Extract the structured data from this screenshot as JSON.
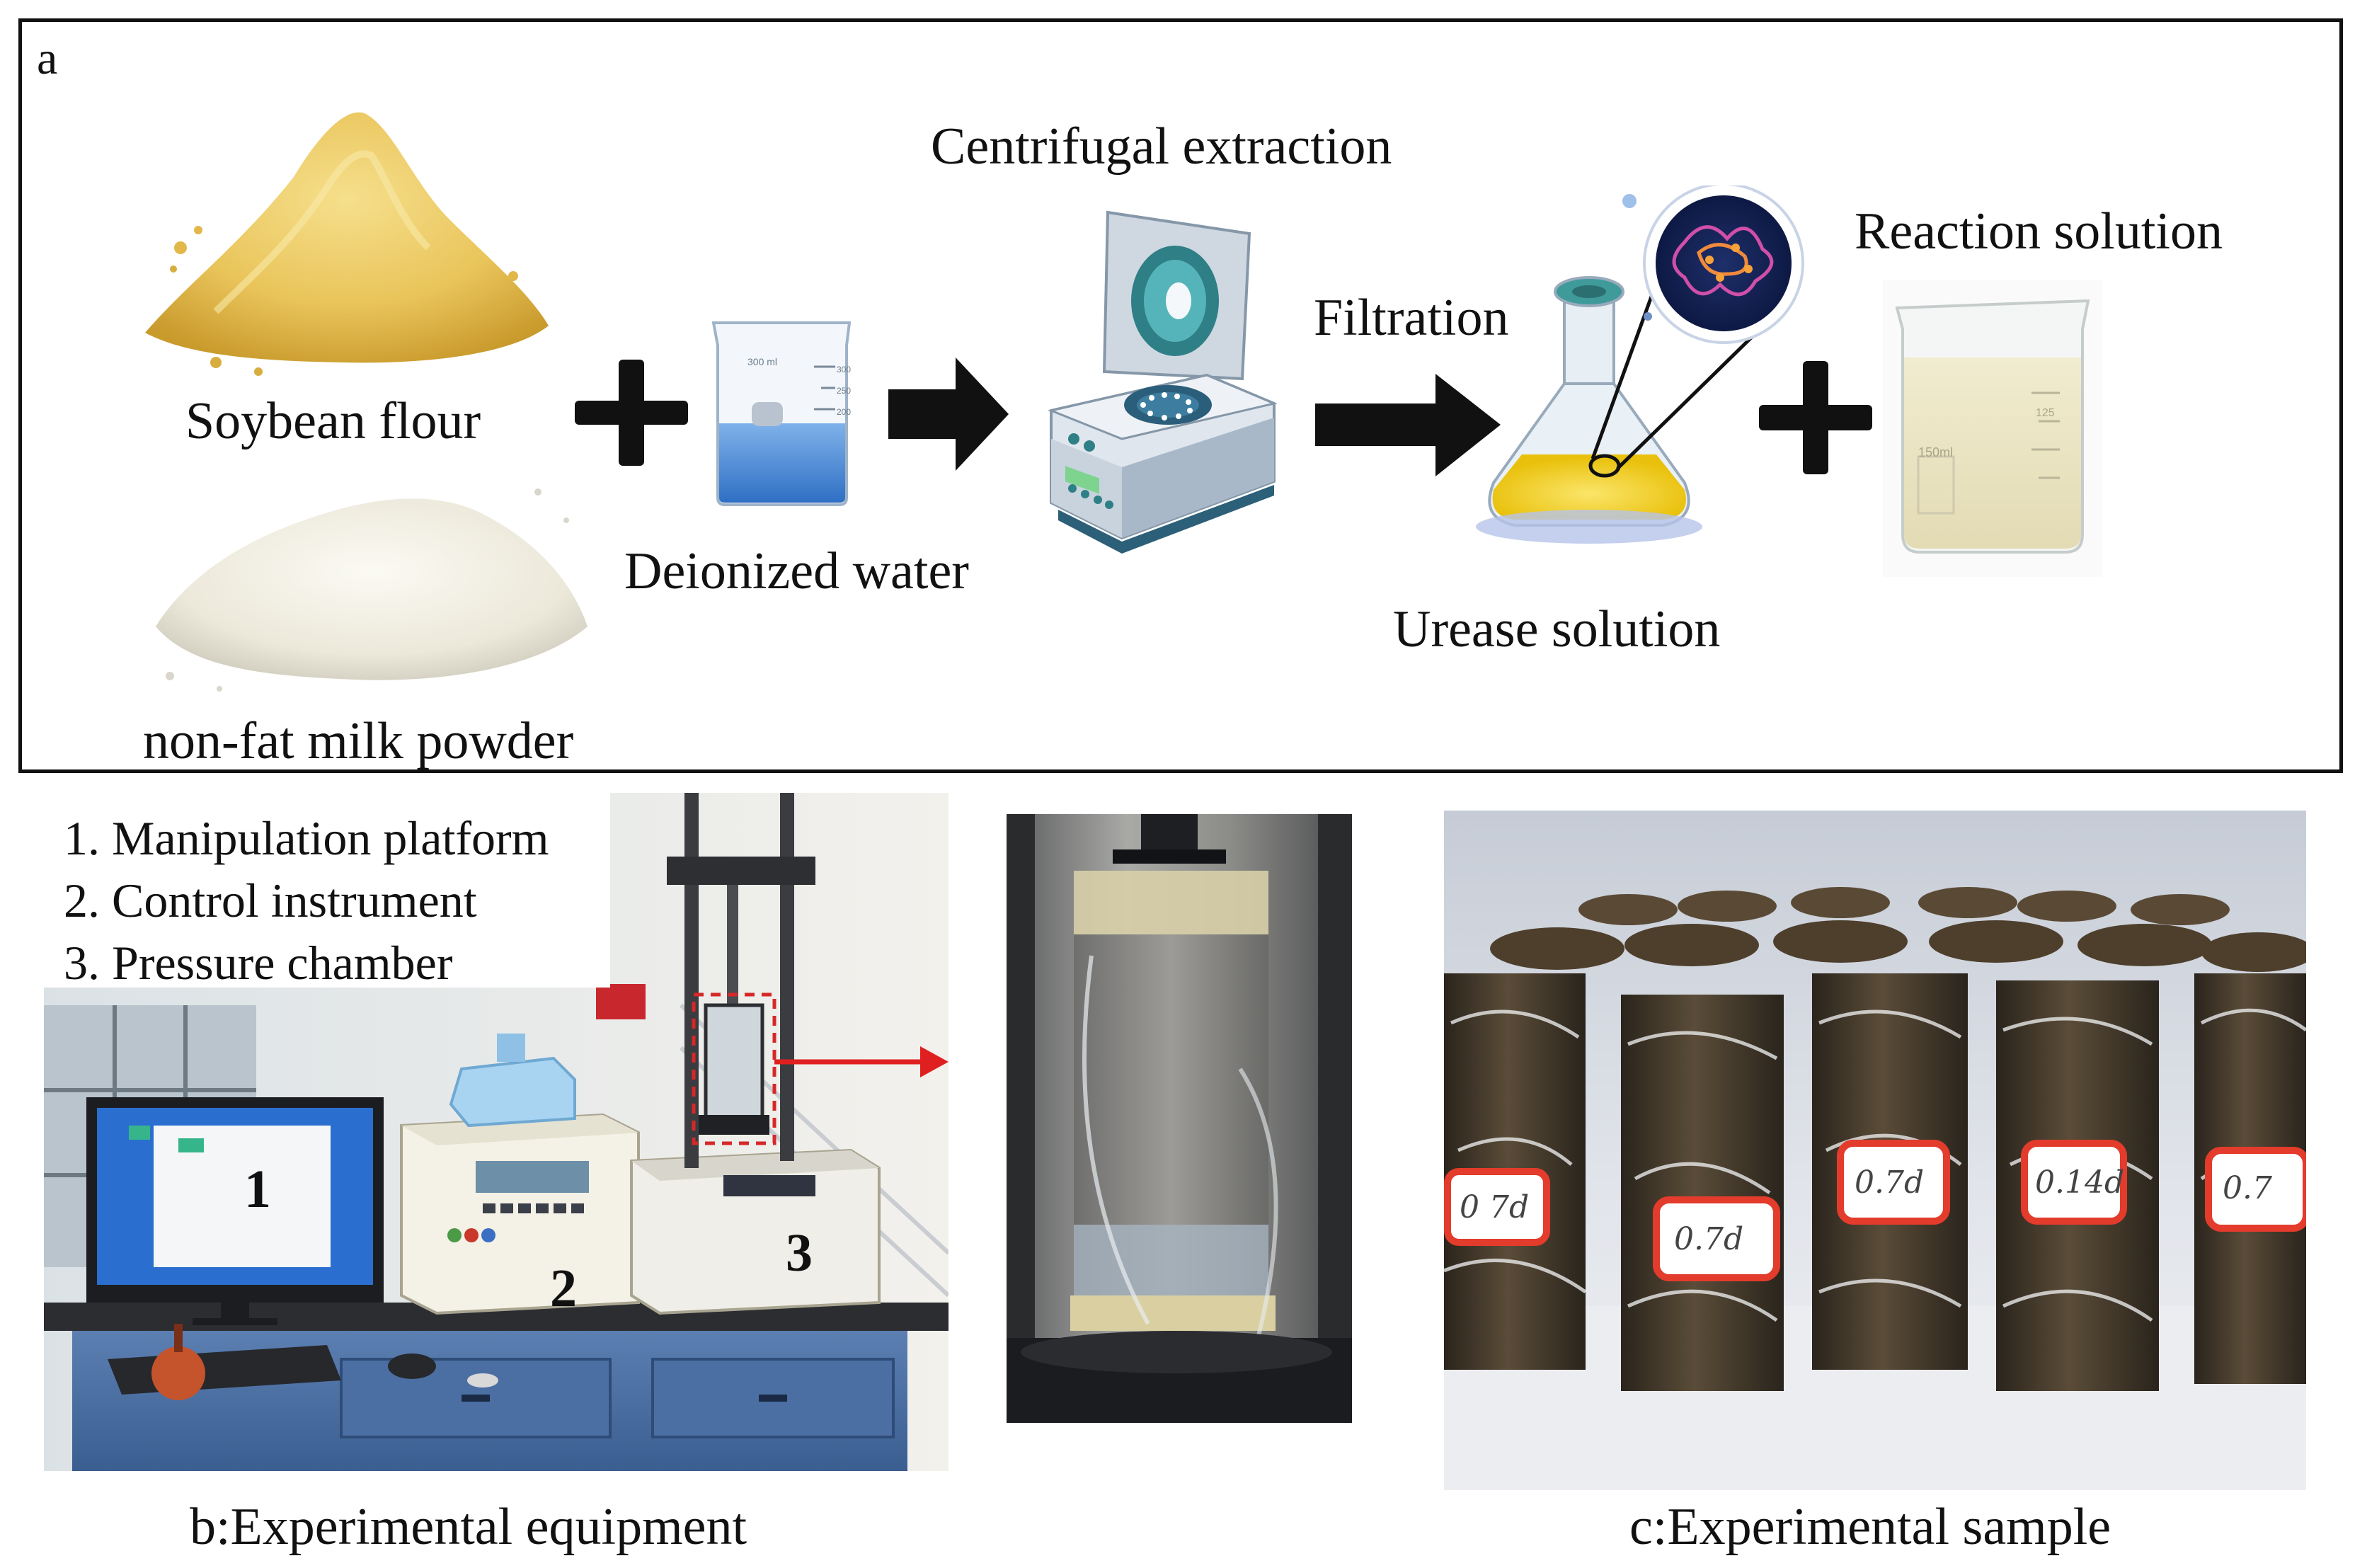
{
  "panel_a": {
    "letter": "a",
    "labels": {
      "soybean_flour": "Soybean flour",
      "milk_powder": "non-fat milk powder",
      "deionized_water": "Deionized water",
      "centrifugal_extraction": "Centrifugal extraction",
      "filtration": "Filtration",
      "urease_solution": "Urease solution",
      "reaction_solution": "Reaction solution"
    },
    "beaker_marks": {
      "top": "300 ml",
      "m300": "300",
      "m250": "250",
      "m200": "200"
    },
    "reaction_beaker_marks": {
      "m125": "125",
      "m150": "150ml"
    }
  },
  "panel_b": {
    "legend": [
      "1. Manipulation platform",
      "2. Control instrument",
      "3. Pressure chamber"
    ],
    "markers": {
      "one": "1",
      "two": "2",
      "three": "3"
    },
    "caption": "b:Experimental equipment"
  },
  "panel_c": {
    "sample_tags": [
      "0 7d",
      "0.7d",
      "0.7d",
      "0.14d",
      "0.7"
    ],
    "caption": "c:Experimental sample"
  },
  "colors": {
    "soy": "#e9c45a",
    "water": "#3f86d6",
    "urease": "#f2d21c",
    "centrifuge_body": "#d9e2ea",
    "centrifuge_lid": "#4aa3a8",
    "tag_red": "#e33b2c",
    "arrow": "#111111"
  }
}
